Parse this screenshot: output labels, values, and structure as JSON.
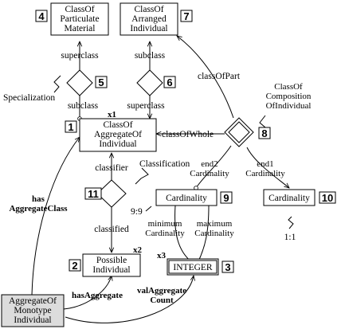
{
  "nodes": {
    "particulate": {
      "number": "4",
      "lines": [
        "ClassOf",
        "Particulate",
        "Material"
      ]
    },
    "arranged": {
      "number": "7",
      "lines": [
        "ClassOf",
        "Arranged",
        "Individual"
      ]
    },
    "aggregate": {
      "number": "1",
      "lines": [
        "ClassOf",
        "AggregateOf",
        "Individual"
      ],
      "tag": "x1"
    },
    "possible": {
      "number": "2",
      "lines": [
        "Possible",
        "Individual"
      ],
      "tag": "x2"
    },
    "integer": {
      "number": "3",
      "lines": [
        "INTEGER"
      ],
      "tag": "x3"
    },
    "cardinality9": {
      "number": "9",
      "lines": [
        "Cardinality"
      ]
    },
    "cardinality10": {
      "number": "10",
      "lines": [
        "Cardinality"
      ]
    },
    "monotype": {
      "lines": [
        "AggregateOf",
        "Monotype",
        "Individual"
      ]
    }
  },
  "relations": {
    "specialization5": {
      "number": "5",
      "name": "Specialization"
    },
    "specialization6": {
      "number": "6"
    },
    "composition8": {
      "number": "8",
      "lines": [
        "ClassOf",
        "Composition",
        "OfIndividual"
      ]
    },
    "classification11": {
      "number": "11",
      "name": "Classification"
    }
  },
  "labels": {
    "superclass": "superclass",
    "subclass": "subclass",
    "classOfPart": "classOfPart",
    "classOfWhole": "classOfWhole",
    "end2": [
      "end2",
      "Cardinality"
    ],
    "end1": [
      "end1",
      "Cardinality"
    ],
    "classifier": "classifier",
    "classified": "classified",
    "minimum": [
      "minimum",
      "Cardinality"
    ],
    "maximum": [
      "maximum",
      "Cardinality"
    ],
    "ratio99": "9:9",
    "ratio11": "1:1",
    "hasAggregateClass": [
      "has",
      "AggregateClass"
    ],
    "hasAggregate": "hasAggregate",
    "valAggregateCount": [
      "valAggregate",
      "Count"
    ]
  }
}
